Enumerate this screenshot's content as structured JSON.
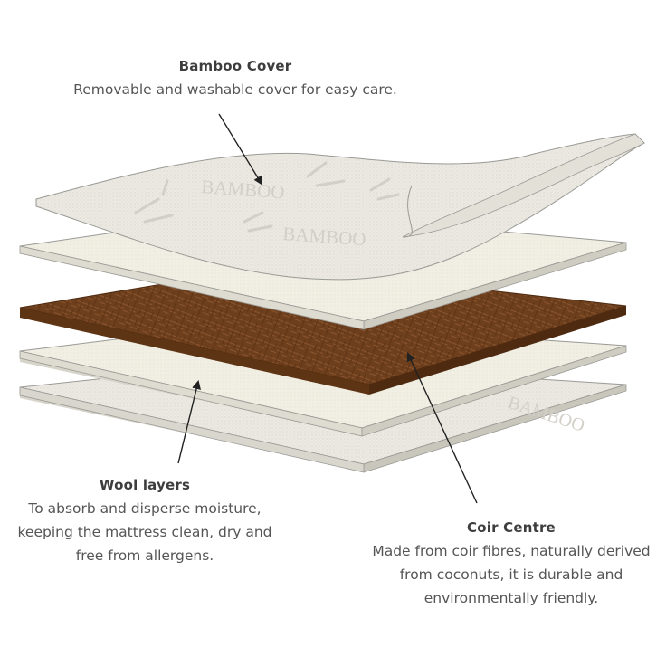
{
  "layers": {
    "cover": {
      "title": "Bamboo Cover",
      "description": "Removable and washable cover for easy care.",
      "watermark": "BAMBOO"
    },
    "wool": {
      "title": "Wool layers",
      "description_lines": [
        "To absorb and disperse moisture,",
        "keeping the mattress clean, dry and",
        "free from allergens."
      ]
    },
    "coir": {
      "title": "Coir Centre",
      "description_lines": [
        "Made from coir fibres, naturally derived",
        "from coconuts, it is durable and",
        "environmentally friendly."
      ]
    }
  },
  "colors": {
    "cover_fill": "#ece9e2",
    "wool_fill": "#f1efe3",
    "coir_fill": "#6e3f1c",
    "coir_edge": "#4e2a10",
    "edge": "#9a9a96",
    "watermark": "#d2cfc7"
  }
}
